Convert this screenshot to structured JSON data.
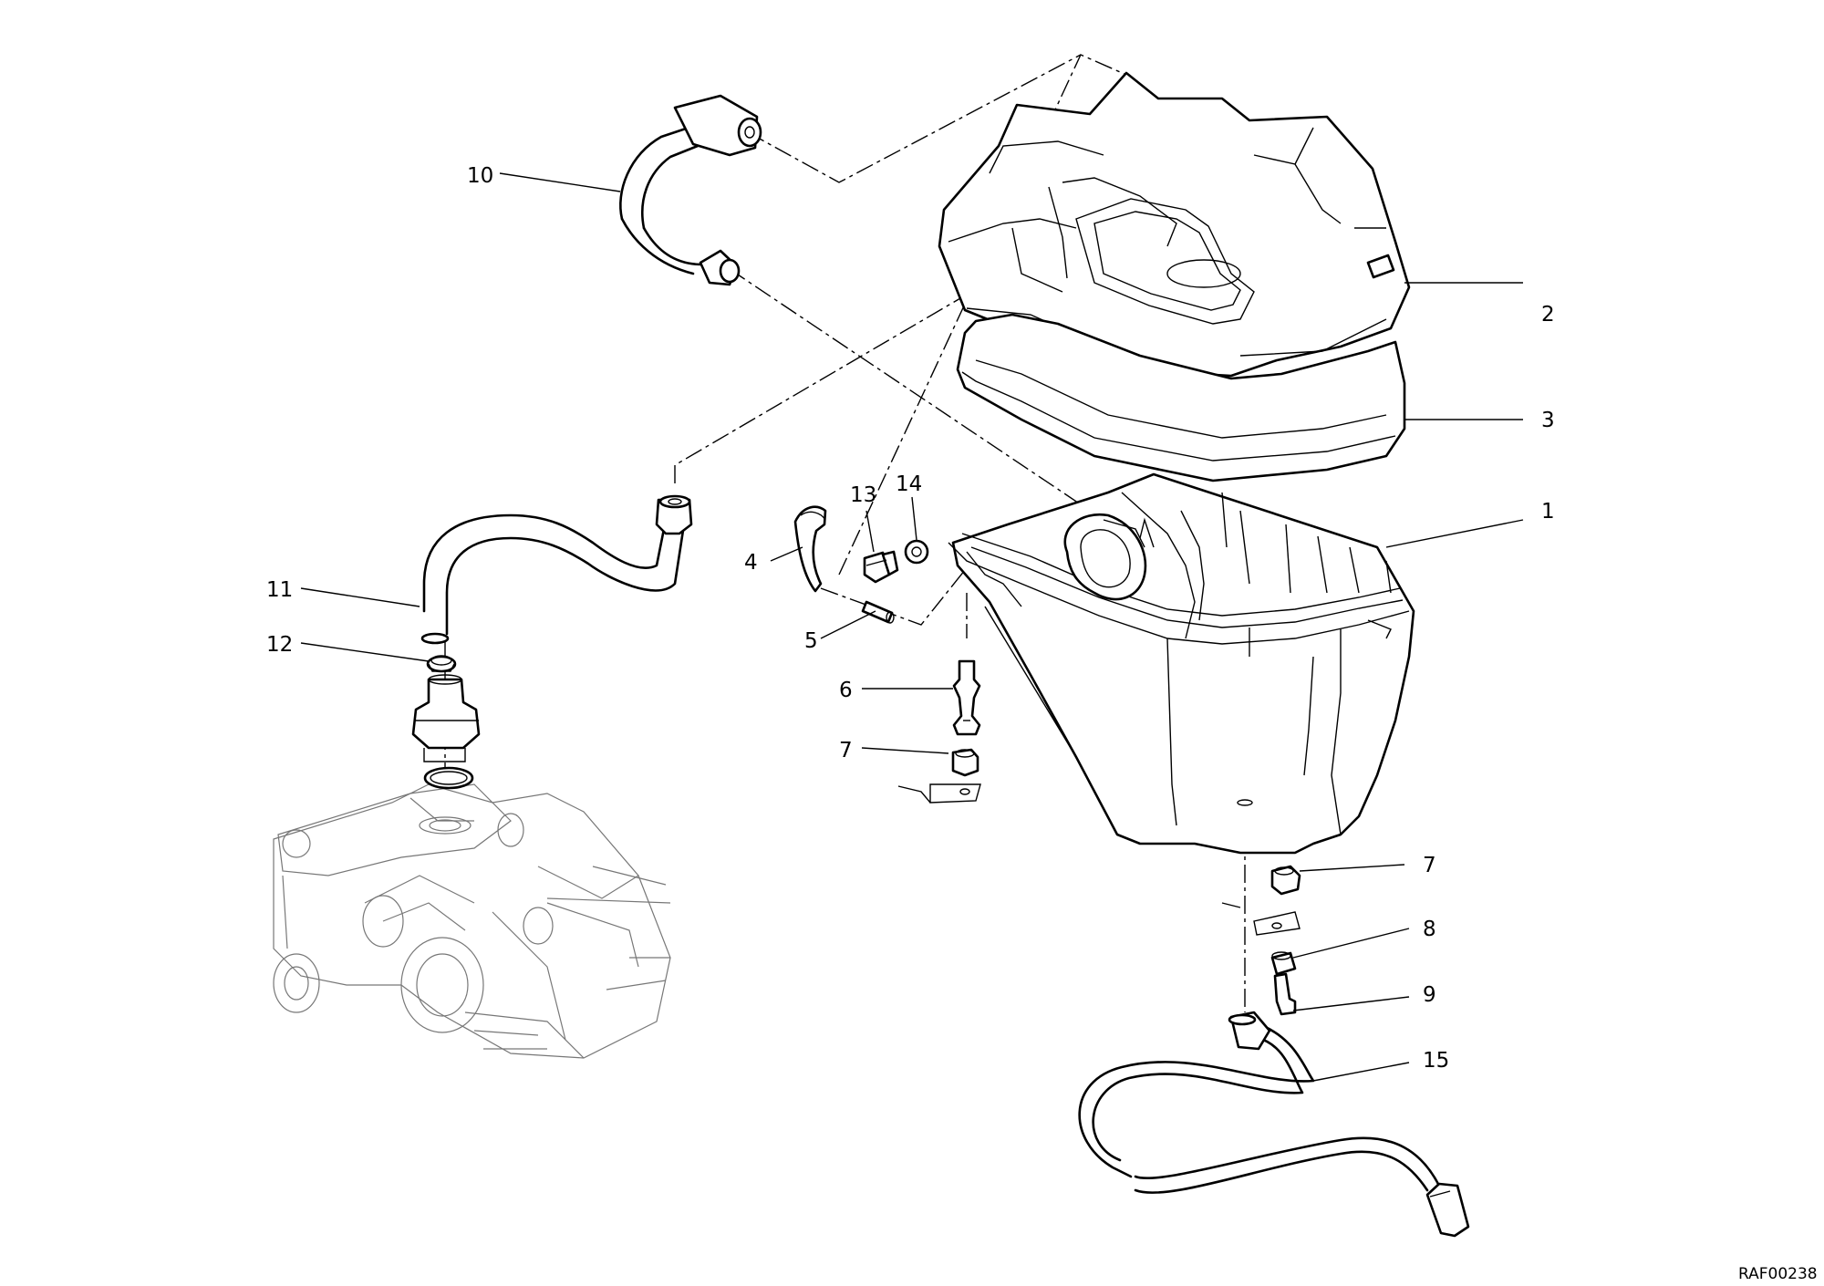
{
  "callouts": {
    "c1": "1",
    "c2": "2",
    "c3": "3",
    "c4": "4",
    "c5": "5",
    "c6": "6",
    "c7a": "7",
    "c7b": "7",
    "c8": "8",
    "c9": "9",
    "c10": "10",
    "c11": "11",
    "c12": "12",
    "c13": "13",
    "c14": "14",
    "c15": "15"
  },
  "drawing_code": "RAF00238"
}
